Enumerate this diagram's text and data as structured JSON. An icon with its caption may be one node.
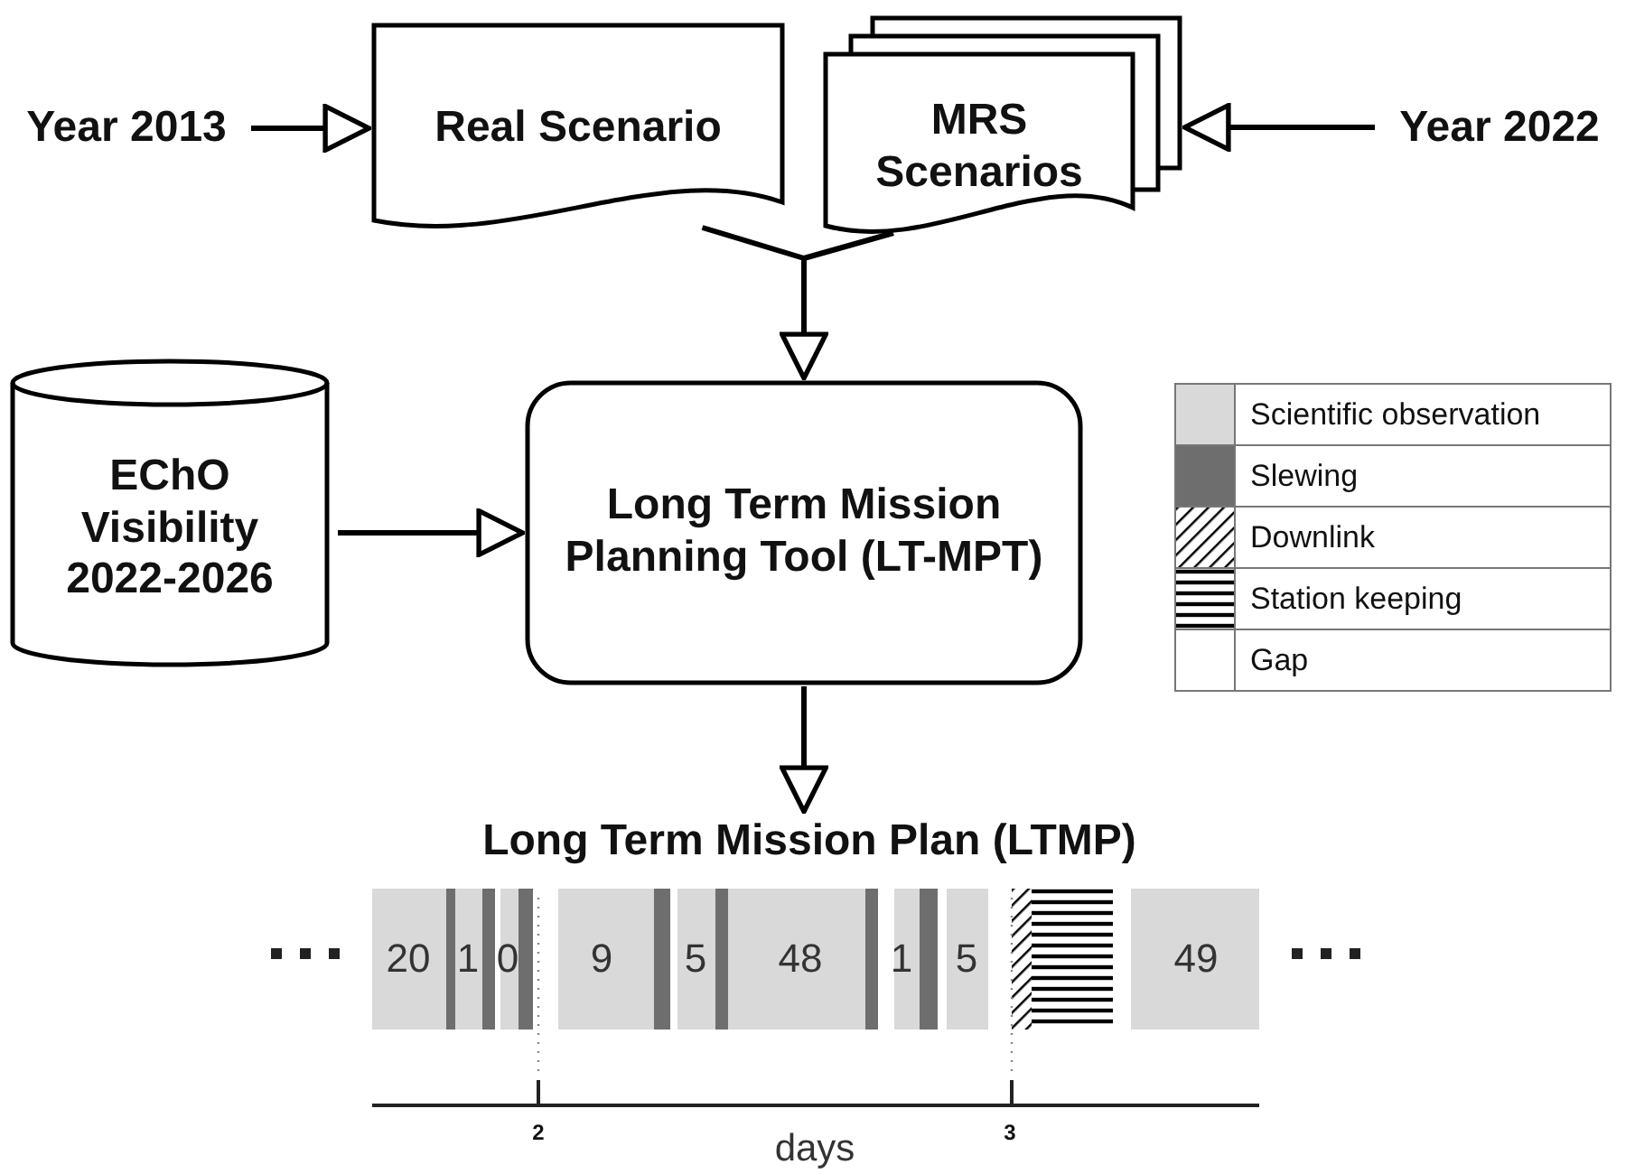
{
  "diagram": {
    "nodes": [
      {
        "text": [
          "Year 2013"
        ]
      },
      {
        "text": [
          "Real Scenario"
        ]
      },
      {
        "text": [
          "MRS Scenarios"
        ]
      },
      {
        "text": [
          "Year 2022"
        ]
      },
      {
        "text": [
          "EChO Visibility 2022-2026"
        ]
      },
      {
        "text": [
          "Long Term Mission Planning Tool (LT-MPT)"
        ]
      },
      {
        "text": [
          "Long Term Mission Plan (LTMP)"
        ]
      }
    ],
    "edges": [
      {
        "from": 0,
        "to": 1,
        "arrow": "to"
      },
      {
        "from": 3,
        "to": 2,
        "arrow": "to"
      },
      {
        "from": 1,
        "to": 5,
        "arrow": "to"
      },
      {
        "from": 2,
        "to": 5,
        "arrow": "to"
      },
      {
        "from": 4,
        "to": 5,
        "arrow": "to"
      },
      {
        "from": 5,
        "to": 6,
        "arrow": "to"
      }
    ],
    "labels": [
      "20",
      "1",
      "0",
      "9",
      "5",
      "48",
      "1",
      "5",
      "49",
      "2",
      "3",
      "days"
    ],
    "legend": [
      {
        "text": "Scientific observation",
        "color": "#d9d9d9"
      },
      {
        "text": "Slewing",
        "color": "#6e6e6e"
      },
      {
        "text": "Downlink"
      },
      {
        "text": "Station keeping"
      },
      {
        "text": "Gap",
        "color": "#ffffff"
      }
    ]
  }
}
